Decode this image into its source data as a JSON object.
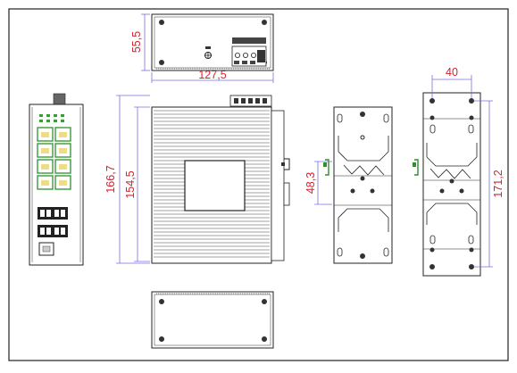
{
  "dimensions": {
    "top_view_depth": "55,5",
    "top_view_width": "127,5",
    "height_overall": "166,7",
    "height_body": "154,5",
    "din_rail_offset": "48,3",
    "mount_hole_spacing_x": "40",
    "mount_hole_spacing_y": "171,2"
  },
  "colors": {
    "dimension_text": "#d3242f",
    "dimension_line": "#7a6fe0",
    "outline": "#222222",
    "port_led_green": "#3c9a3a",
    "clip_green": "#2f8f2f"
  }
}
